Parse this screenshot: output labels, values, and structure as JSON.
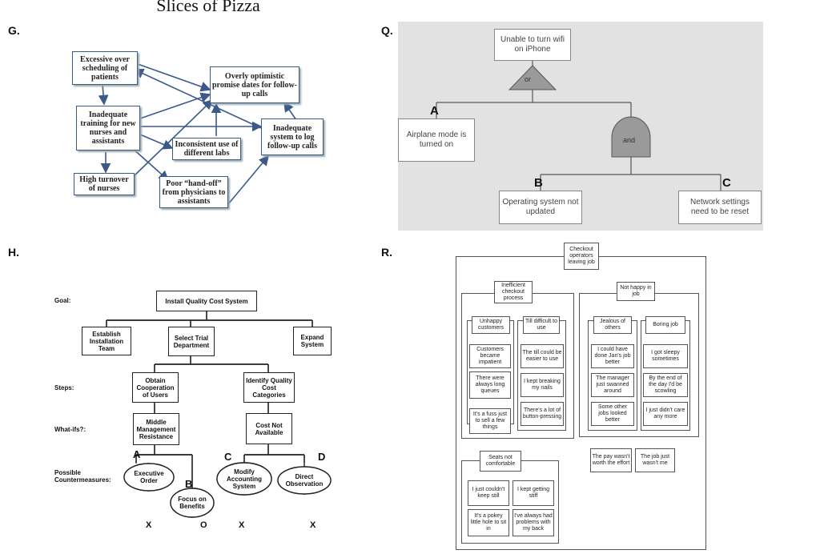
{
  "top_title": "Slices of Pizza",
  "panels": {
    "g": {
      "letter": "G.",
      "boxes": {
        "excessive": "Excessive over scheduling of patients",
        "optimistic": "Overly optimistic promise dates for follow-up calls",
        "training": "Inadequate training for new nurses and assistants",
        "system": "Inadequate system to log follow-up calls",
        "labs": "Inconsistent use of different labs",
        "turnover": "High turnover of nurses",
        "handoff": "Poor “hand-off” from physicians to assistants"
      }
    },
    "q": {
      "letter": "Q.",
      "top": "Unable to turn wifi on iPhone",
      "or_gate": "or",
      "and_gate": "and",
      "label_a": "A",
      "label_b": "B",
      "label_c": "C",
      "box_a": "Airplane mode is turned on",
      "box_b": "Operating system not updated",
      "box_c": "Network settings need to be reset"
    },
    "h": {
      "letter": "H.",
      "left_labels": {
        "goal": "Goal:",
        "steps": "Steps:",
        "whatifs": "What-ifs?:",
        "counter": "Possible Countermeasures:"
      },
      "boxes": {
        "goal": "Install Quality Cost System",
        "establish": "Establish Installation Team",
        "select": "Select Trial Department",
        "expand": "Expand System",
        "obtain": "Obtain Cooperation of Users",
        "identify": "Identify Quality Cost Categories",
        "middle": "Middle Management Resistance",
        "cost": "Cost Not Available"
      },
      "clouds": {
        "executive": "Executive Order",
        "focus": "Focus on Benefits",
        "modify": "Modify Accounting System",
        "direct": "Direct Observation"
      },
      "cloud_letters": {
        "a": "A",
        "b": "B",
        "c": "C",
        "d": "D"
      },
      "marks": [
        "X",
        "O",
        "X",
        "X"
      ]
    },
    "r": {
      "letter": "R.",
      "root": "Checkout operators leaving job",
      "g1": "Inefficient checkout process",
      "g2": "Not happy in job",
      "g3": "Seats not comfortable",
      "c1": "Unhappy customers",
      "c2": "Till difficult to use",
      "c3": "Jealous of others",
      "c4": "Boring job",
      "items": {
        "u1": "Customers became impatient",
        "u2": "There were always long queues",
        "t1": "The till could be easier to use",
        "t2": "I kept breaking my nails",
        "t3": "There's a lot of button-pressing",
        "fuss": "It's a fuss just to sell a few things",
        "j1": "I could have done Jan's job better",
        "j2": "The manager just swanned around",
        "j3": "Some other jobs looked better",
        "b1": "I got sleepy sometimes",
        "b2": "By the end of the day I'd be scowling",
        "b3": "I just didn't care any more",
        "pay": "The pay wasn't worth the effort",
        "notme": "The job just wasn't me",
        "s1": "I just couldn't keep still",
        "s2": "I kept getting stiff",
        "s3": "It's a pokey little hole to sit in",
        "s4": "I've always had problems with my back"
      }
    }
  }
}
